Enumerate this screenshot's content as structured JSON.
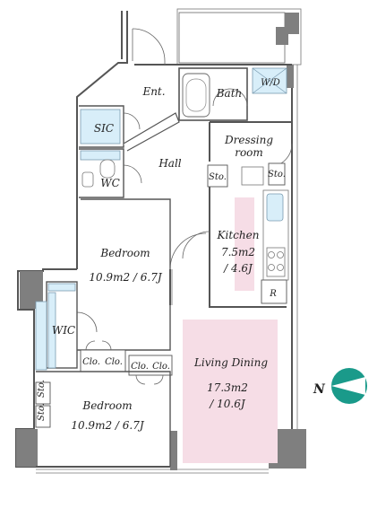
{
  "rooms": {
    "entrance": "Ent.",
    "bath": "Bath",
    "washer": "W/D",
    "sic": "SIC",
    "dressing_line1": "Dressing",
    "dressing_line2": "room",
    "hall": "Hall",
    "wc": "WC",
    "storage": "Sto.",
    "kitchen": "Kitchen",
    "kitchen_area_m2": "7.5m2",
    "kitchen_area_j": "/ 4.6J",
    "fridge": "R",
    "bedroom1": "Bedroom",
    "bedroom1_area": "10.9m2 / 6.7J",
    "wic": "WIC",
    "closet": "Clo.",
    "living": "Living Dining",
    "living_area_m2": "17.3m2",
    "living_area_j": "/ 10.6J",
    "bedroom2": "Bedroom",
    "bedroom2_area": "10.9m2 / 6.7J"
  },
  "compass": {
    "label": "N"
  },
  "colors": {
    "wall": "#7f7f7f",
    "storage_blue": "#d8eef9",
    "living_pink": "#f6dde6",
    "compass_teal": "#1a9a8a"
  }
}
